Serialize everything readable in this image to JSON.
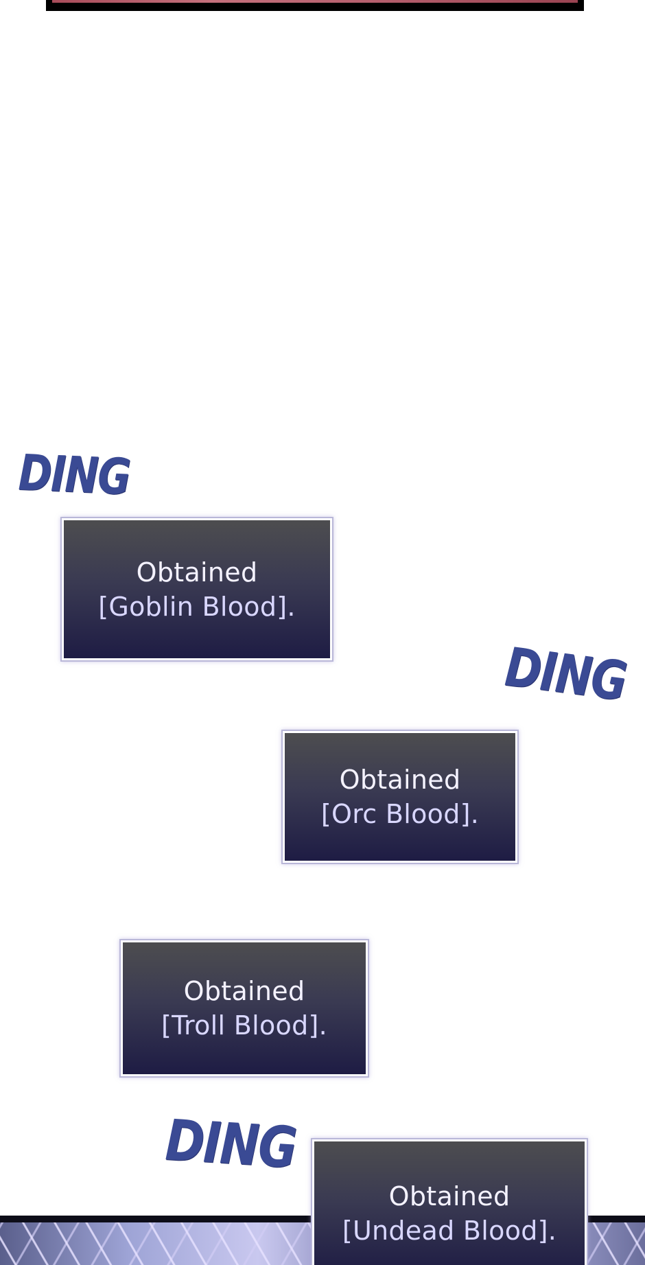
{
  "sound_effects": {
    "ding_1": "DING",
    "ding_2": "DING",
    "ding_3": "DING"
  },
  "notifications": [
    {
      "line1": "Obtained",
      "item": "[Goblin Blood]."
    },
    {
      "line1": "Obtained",
      "item": "[Orc Blood]."
    },
    {
      "line1": "Obtained",
      "item": "[Troll Blood]."
    },
    {
      "line1": "Obtained",
      "item": "[Undead Blood]."
    }
  ],
  "colors": {
    "sfx": "#3a4a94",
    "box_top": "#4d4d4f",
    "box_bottom": "#1e1c44",
    "box_text": "#f4f2ff",
    "item_text": "#d9d7ff"
  }
}
